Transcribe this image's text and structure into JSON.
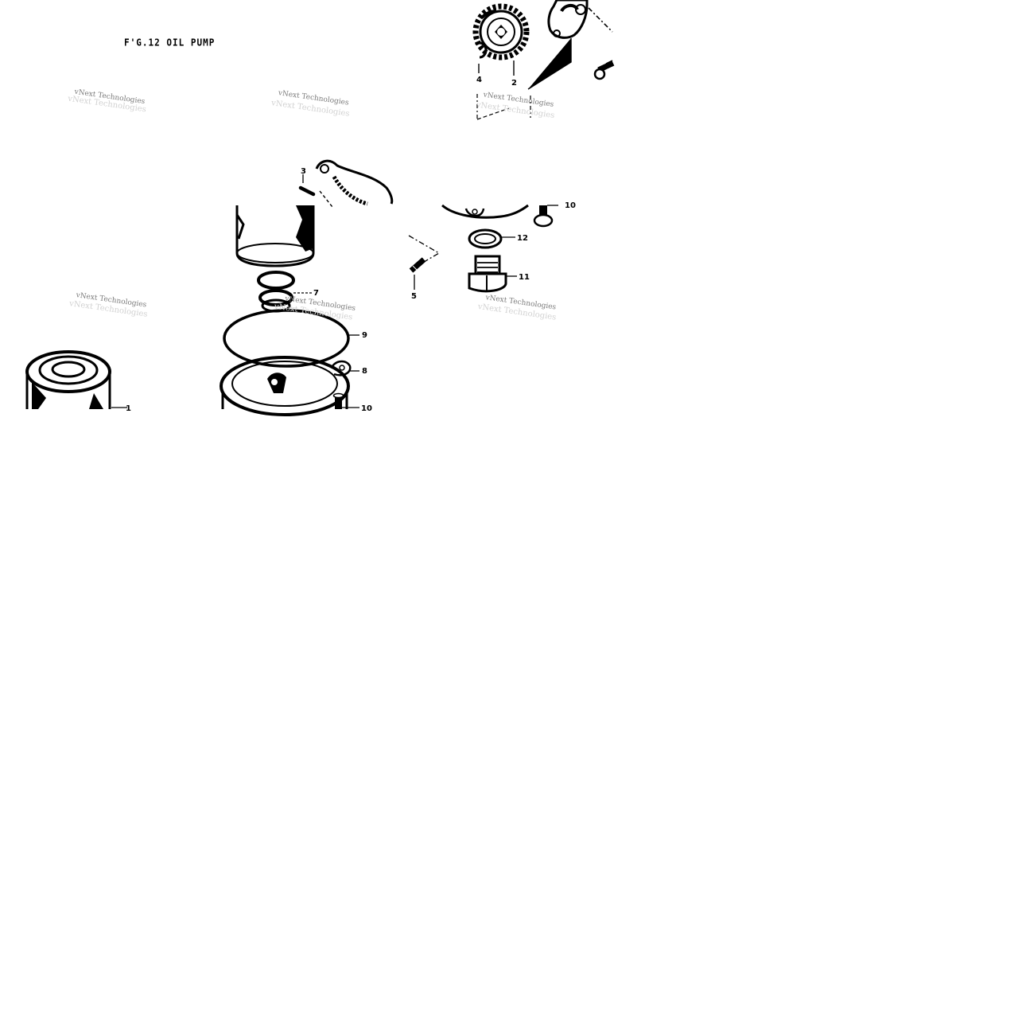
{
  "figure": {
    "title": "F'G.12  OIL PUMP"
  },
  "callouts": {
    "c1": "1",
    "c2": "2",
    "c3": "3",
    "c4": "4",
    "c5": "5",
    "c7": "7",
    "c8": "8",
    "c9": "9",
    "c10a": "10",
    "c10b": "10",
    "c11": "11",
    "c12": "12"
  },
  "watermarks": {
    "text": "vNext Technologies"
  },
  "icons": {
    "gear": "pump-gear-icon",
    "circlip": "circlip-icon",
    "filter": "oil-filter-icon",
    "plug": "drain-plug-icon",
    "washer": "washer-icon",
    "oring": "o-ring-icon",
    "bolt": "bolt-icon",
    "pin": "dowel-pin-icon"
  },
  "colors": {
    "ink": "#000000",
    "watermark": "#7a7a7a",
    "background": "#ffffff"
  }
}
